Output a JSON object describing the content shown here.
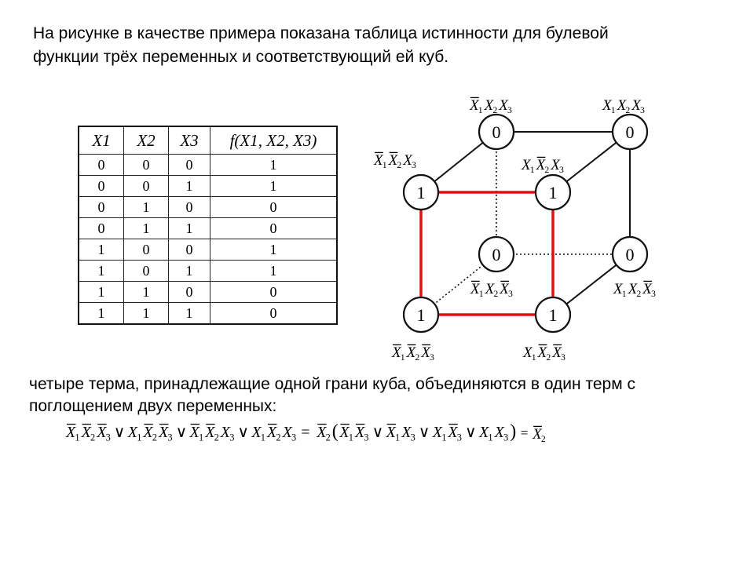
{
  "intro": {
    "line1": "На рисунке в качестве примера показана таблица истинности для булевой",
    "line2": "функции трёх переменных и соответствующий ей куб."
  },
  "table": {
    "headers": [
      "X1",
      "X2",
      "X3",
      "f(X1, X2, X3)"
    ],
    "rows": [
      [
        "0",
        "0",
        "0",
        "1"
      ],
      [
        "0",
        "0",
        "1",
        "1"
      ],
      [
        "0",
        "1",
        "0",
        "0"
      ],
      [
        "0",
        "1",
        "1",
        "0"
      ],
      [
        "1",
        "0",
        "0",
        "1"
      ],
      [
        "1",
        "0",
        "1",
        "1"
      ],
      [
        "1",
        "1",
        "0",
        "0"
      ],
      [
        "1",
        "1",
        "1",
        "0"
      ]
    ]
  },
  "cube": {
    "nodes": [
      {
        "id": "back-top-left",
        "value": "0",
        "label": [
          [
            "X",
            "1",
            true
          ],
          [
            "X",
            "2",
            false
          ],
          [
            "X",
            "3",
            false
          ]
        ]
      },
      {
        "id": "back-top-right",
        "value": "0",
        "label": [
          [
            "X",
            "1",
            false
          ],
          [
            "X",
            "2",
            false
          ],
          [
            "X",
            "3",
            false
          ]
        ]
      },
      {
        "id": "front-top-left",
        "value": "1",
        "label": [
          [
            "X",
            "1",
            true
          ],
          [
            "X",
            "2",
            true
          ],
          [
            "X",
            "3",
            false
          ]
        ]
      },
      {
        "id": "front-top-right",
        "value": "1",
        "label": [
          [
            "X",
            "1",
            false
          ],
          [
            "X",
            "2",
            true
          ],
          [
            "X",
            "3",
            false
          ]
        ]
      },
      {
        "id": "back-bottom-left",
        "value": "0",
        "label": [
          [
            "X",
            "1",
            true
          ],
          [
            "X",
            "2",
            false
          ],
          [
            "X",
            "3",
            true
          ]
        ]
      },
      {
        "id": "back-bottom-right",
        "value": "0",
        "label": [
          [
            "X",
            "1",
            false
          ],
          [
            "X",
            "2",
            false
          ],
          [
            "X",
            "3",
            true
          ]
        ]
      },
      {
        "id": "front-bottom-left",
        "value": "1",
        "label": [
          [
            "X",
            "1",
            true
          ],
          [
            "X",
            "2",
            true
          ],
          [
            "X",
            "3",
            true
          ]
        ]
      },
      {
        "id": "front-bottom-right",
        "value": "1",
        "label": [
          [
            "X",
            "1",
            false
          ],
          [
            "X",
            "2",
            true
          ],
          [
            "X",
            "3",
            true
          ]
        ]
      }
    ],
    "colors": {
      "highlight": "#e01010",
      "edge": "#111111"
    }
  },
  "middle": {
    "line1": "четыре терма, принадлежащие одной грани куба, объединяются в один терм с",
    "line2": "поглощением двух переменных:"
  },
  "formula": {
    "lhs": [
      [
        [
          "X",
          "1",
          true
        ],
        [
          "X",
          "2",
          true
        ],
        [
          "X",
          "3",
          true
        ]
      ],
      [
        [
          "X",
          "1",
          false
        ],
        [
          "X",
          "2",
          true
        ],
        [
          "X",
          "3",
          true
        ]
      ],
      [
        [
          "X",
          "1",
          true
        ],
        [
          "X",
          "2",
          true
        ],
        [
          "X",
          "3",
          false
        ]
      ],
      [
        [
          "X",
          "1",
          false
        ],
        [
          "X",
          "2",
          true
        ],
        [
          "X",
          "3",
          false
        ]
      ]
    ],
    "factor": [
      [
        "X",
        "2",
        true
      ]
    ],
    "inner": [
      [
        [
          "X",
          "1",
          true
        ],
        [
          "X",
          "3",
          true
        ]
      ],
      [
        [
          "X",
          "1",
          true
        ],
        [
          "X",
          "3",
          false
        ]
      ],
      [
        [
          "X",
          "1",
          false
        ],
        [
          "X",
          "3",
          true
        ]
      ],
      [
        [
          "X",
          "1",
          false
        ],
        [
          "X",
          "3",
          false
        ]
      ]
    ],
    "result": [
      [
        "X",
        "2",
        true
      ]
    ],
    "or_symbol": "∨",
    "eq_symbol": "="
  }
}
